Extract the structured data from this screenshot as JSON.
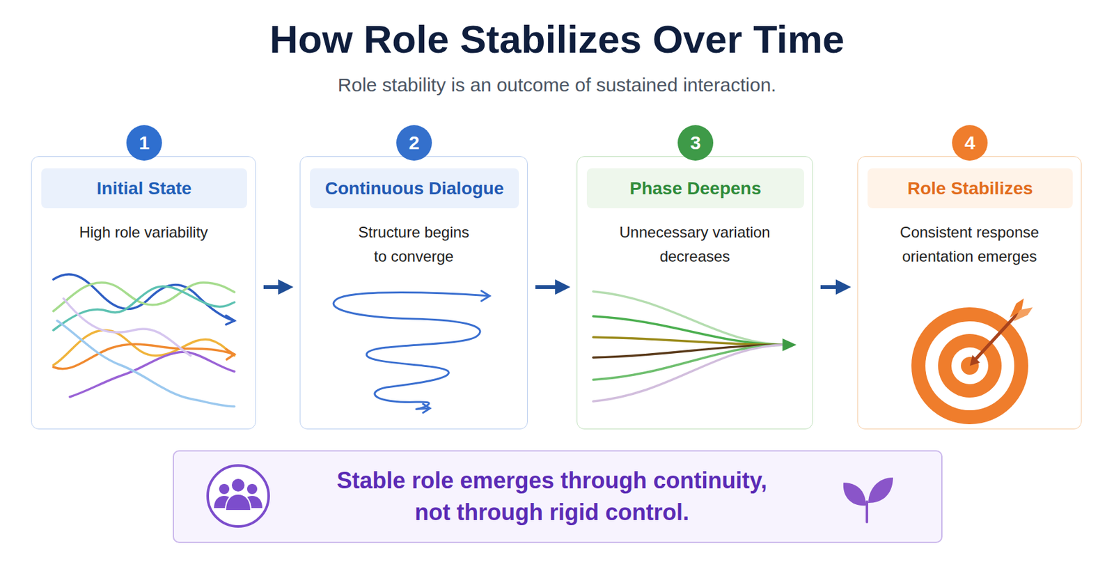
{
  "diagram": {
    "title": "How Role Stabilizes Over Time",
    "caption": "Role stability is an outcome of sustained interaction.",
    "nodes": [
      {
        "text": [
          "High role variability"
        ]
      },
      {
        "text": [
          "1"
        ],
        "in": 0
      },
      {
        "text": [
          "Initial State"
        ],
        "in": 0
      },
      {
        "text": [
          "Structure begins to converge"
        ]
      },
      {
        "text": [
          "2"
        ],
        "in": 3
      },
      {
        "text": [
          "Continuous Dialogue"
        ],
        "in": 3
      },
      {
        "text": [
          "Unnecessary variation decreases"
        ]
      },
      {
        "text": [
          "3"
        ],
        "in": 6
      },
      {
        "text": [
          "Phase Deepens"
        ],
        "in": 6
      },
      {
        "text": [
          "Consistent response orientation emerges"
        ]
      },
      {
        "text": [
          "4"
        ],
        "in": 9
      },
      {
        "text": [
          "Role Stabilizes"
        ],
        "in": 9
      },
      {
        "text": [
          "Stable role emerges through continuity, not through rigid control."
        ]
      }
    ],
    "edges": [
      {
        "from": 0,
        "to": 3,
        "arrow": "to"
      },
      {
        "from": 3,
        "to": 6,
        "arrow": "to"
      },
      {
        "from": 6,
        "to": 9,
        "arrow": "to"
      }
    ]
  }
}
